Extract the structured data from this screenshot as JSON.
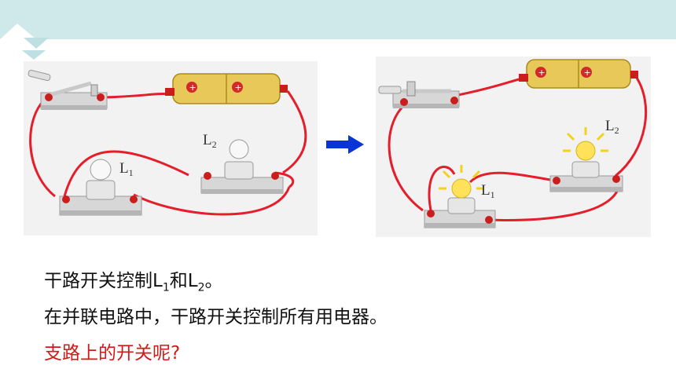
{
  "colors": {
    "banner": "#cfe8ea",
    "accent_red": "#d11a1a",
    "wire": "#e41e2b",
    "arrow": "#0a35d6",
    "battery": "#e9c85a",
    "glow": "#ffe15a"
  },
  "left_figure": {
    "lamp1_label": "L",
    "lamp1_sub": "1",
    "lamp2_label": "L",
    "lamp2_sub": "2"
  },
  "right_figure": {
    "lamp1_label": "L",
    "lamp1_sub": "1",
    "lamp2_label": "L",
    "lamp2_sub": "2"
  },
  "arrow_icon": "right-arrow-icon",
  "text": {
    "line1_a": "干路开关控制L",
    "line1_sub1": "1",
    "line1_b": "和L",
    "line1_sub2": "2",
    "line1_c": "。",
    "line2": "在并联电路中，干路开关控制所有用电器。",
    "line3": "支路上的开关呢?"
  }
}
